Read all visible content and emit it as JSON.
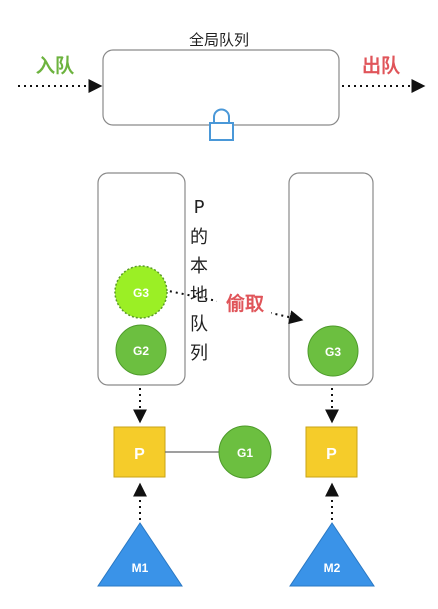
{
  "global_queue": {
    "label": "全局队列"
  },
  "enqueue_label": "入队",
  "dequeue_label": "出队",
  "local_queue_label": [
    "P",
    "的",
    "本",
    "地",
    "队",
    "列"
  ],
  "steal_label": "偷取",
  "goroutines": {
    "g1": "G1",
    "g2": "G2",
    "g3_stolen": "G3",
    "g3": "G3"
  },
  "processors": {
    "p_left": "P",
    "p_right": "P"
  },
  "machines": {
    "m1": "M1",
    "m2": "M2"
  },
  "colors": {
    "enqueue": "#6db33f",
    "dequeue": "#e0555a",
    "steal": "#e0555a",
    "goroutine_fill": "#6cbf40",
    "goroutine_stolen_fill": "#9bef25",
    "processor_fill": "#f5cc2a",
    "machine_fill": "#3a93e8",
    "lock": "#4a98d8"
  }
}
